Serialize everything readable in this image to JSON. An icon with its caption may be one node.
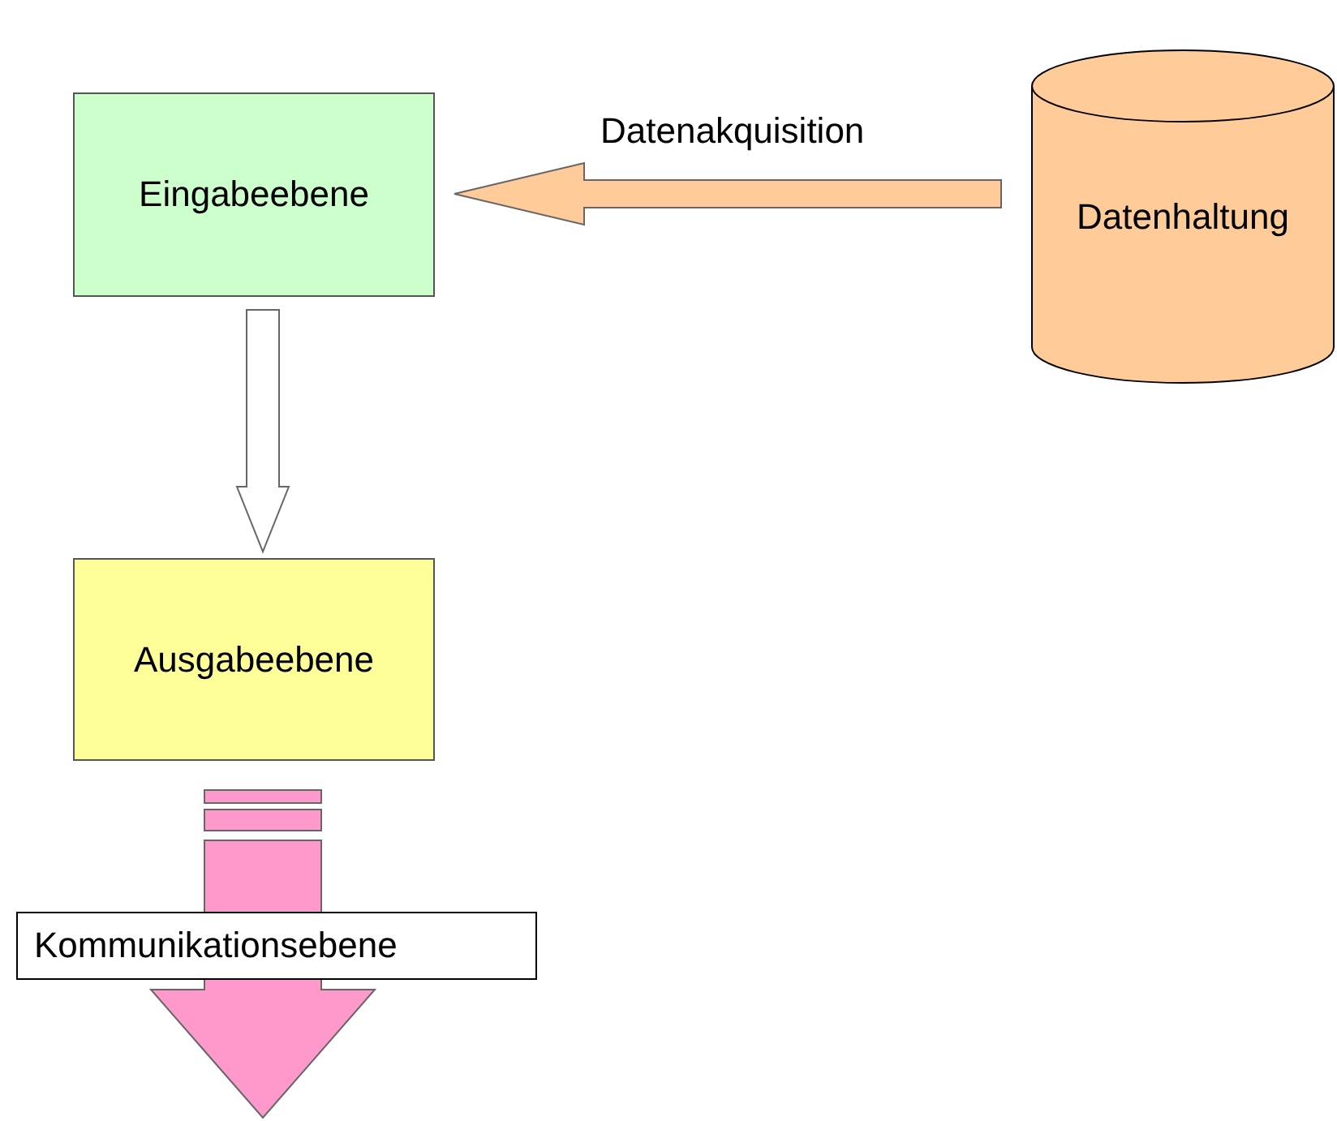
{
  "diagram": {
    "nodes": [
      {
        "text": [
          "Eingabeebene"
        ]
      },
      {
        "text": [
          "Datenhaltung"
        ]
      },
      {
        "text": [
          "Ausgabeebene"
        ]
      }
    ],
    "edges": [
      {
        "from": 1,
        "to": 0,
        "arrow": "to",
        "label": "Datenakquisition",
        "color": "#ffcc99"
      },
      {
        "from": 0,
        "to": 2,
        "arrow": "to",
        "color": "#ffffff"
      },
      {
        "from": 2,
        "to": null,
        "arrow": "to",
        "label": "Kommunikationsebene",
        "color": "#ff99cc"
      }
    ]
  }
}
